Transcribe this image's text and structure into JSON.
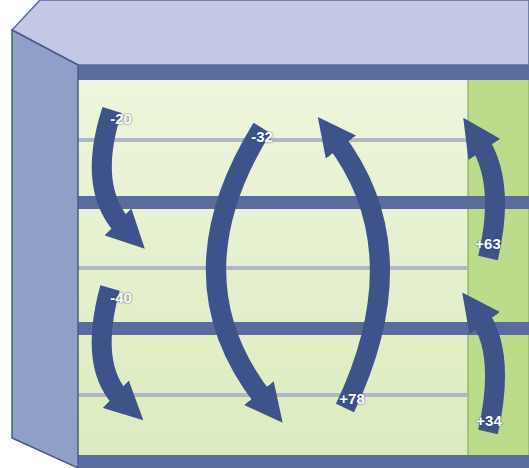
{
  "diagram": {
    "labels": [
      "-20",
      "-32",
      "+78",
      "+63",
      "-40",
      "+34"
    ]
  }
}
